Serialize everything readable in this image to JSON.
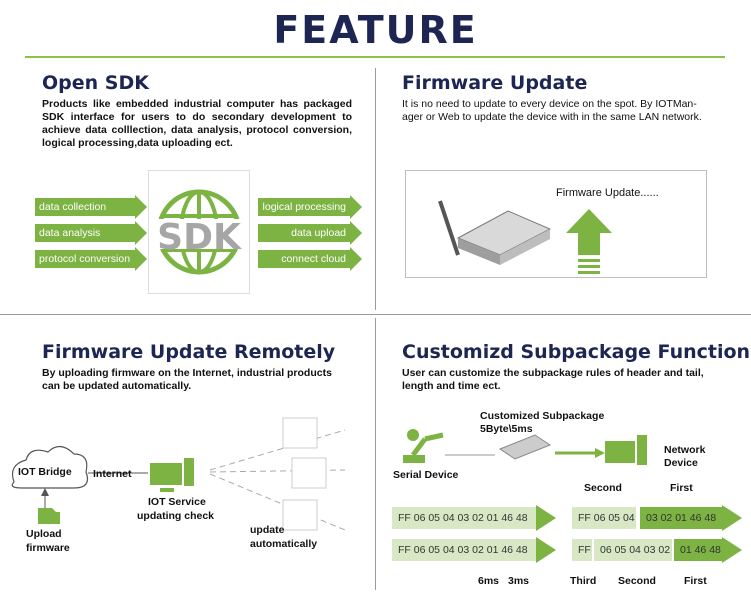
{
  "title": "FEATURE",
  "open_sdk": {
    "heading": "Open SDK",
    "desc": "Products like embedded industrial computer has packaged SDK interface for users to do secondary development to achieve data colllection, data analysis, protocol conversion, logical processing,data uploading ect.",
    "left_arrows": [
      "data collection",
      "data analysis",
      "protocol conversion"
    ],
    "right_arrows": [
      "logical processing",
      "data upload",
      "connect cloud"
    ],
    "sdk_label": "SDK"
  },
  "firmware_update": {
    "heading": "Firmware Update",
    "desc": "It is no need to update to every device on the spot. By IOTMan-ager or Web to update the device with in the same LAN network.",
    "box_label": "Firmware Update......"
  },
  "firmware_remote": {
    "heading": "Firmware Update Remotely",
    "desc": "By uploading firmware on the Internet, industrial products can be updated automatically.",
    "iot_bridge": "IOT Bridge",
    "internet": "Internet",
    "iot_service": "IOT Service",
    "updating_check": "updating check",
    "upload_line1": "Upload",
    "upload_line2": "firmware",
    "update_line1": "update",
    "update_line2": "automatically"
  },
  "subpackage": {
    "heading": "Customizd Subpackage Function",
    "desc": "User can customize the subpackage rules of header and tail, length and time ect.",
    "custom_line1": "Customized Subpackage",
    "custom_line2": "5Byte\\5ms",
    "serial_device": "Serial Device",
    "network_line1": "Network",
    "network_line2": "Device",
    "row1_data": "FF 06 05 04 03 02 01 46 48",
    "row2_data": "FF 06 05 04 03 02 01 46 48",
    "r1_second": "FF 06 05 04",
    "r1_first": "03 02 01 46 48",
    "r2_third": "FF",
    "r2_second": "06 05 04 03 02",
    "r2_first": "01 46 48",
    "label_second_top": "Second",
    "label_first_top": "First",
    "label_third_bottom": "Third",
    "label_second_bottom": "Second",
    "label_first_bottom": "First",
    "time_6ms": "6ms",
    "time_3ms": "3ms"
  },
  "colors": {
    "navy": "#1d2553",
    "green": "#7cb342",
    "light_green": "#d9e8c4"
  }
}
